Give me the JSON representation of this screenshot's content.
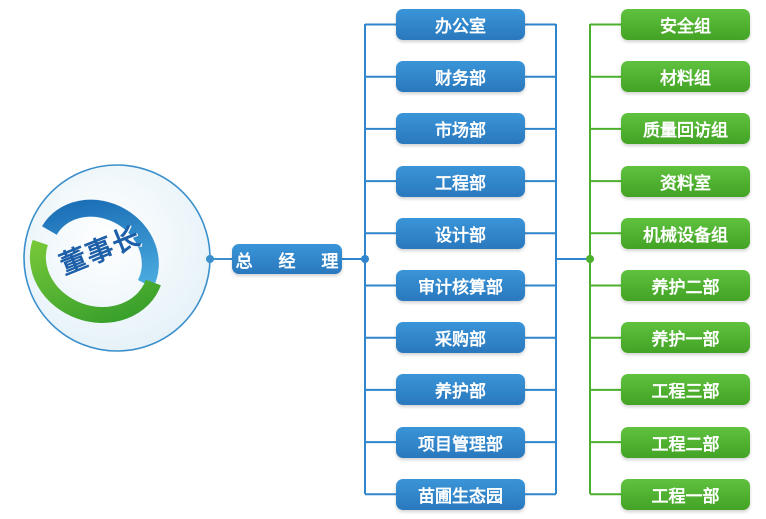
{
  "chairman": {
    "label": "董事长"
  },
  "general_manager": {
    "label": "总 经 理"
  },
  "departments": [
    {
      "id": "office",
      "label": "办公室"
    },
    {
      "id": "finance",
      "label": "财务部"
    },
    {
      "id": "market",
      "label": "市场部"
    },
    {
      "id": "engineering",
      "label": "工程部"
    },
    {
      "id": "design",
      "label": "设计部"
    },
    {
      "id": "audit",
      "label": "审计核算部"
    },
    {
      "id": "procurement",
      "label": "采购部"
    },
    {
      "id": "maintenance",
      "label": "养护部"
    },
    {
      "id": "project-mgmt",
      "label": "项目管理部"
    },
    {
      "id": "nursery",
      "label": "苗圃生态园"
    }
  ],
  "groups": [
    {
      "id": "safety",
      "label": "安全组"
    },
    {
      "id": "materials",
      "label": "材料组"
    },
    {
      "id": "quality",
      "label": "质量回访组"
    },
    {
      "id": "archives",
      "label": "资料室"
    },
    {
      "id": "machinery",
      "label": "机械设备组"
    },
    {
      "id": "maint-2",
      "label": "养护二部"
    },
    {
      "id": "maint-1",
      "label": "养护一部"
    },
    {
      "id": "eng-3",
      "label": "工程三部"
    },
    {
      "id": "eng-2",
      "label": "工程二部"
    },
    {
      "id": "eng-1",
      "label": "工程一部"
    }
  ],
  "colors": {
    "department_box": "#2f86cc",
    "group_box": "#4caf2d",
    "blue_connector": "#2f86cc",
    "green_connector": "#4caf2d"
  }
}
